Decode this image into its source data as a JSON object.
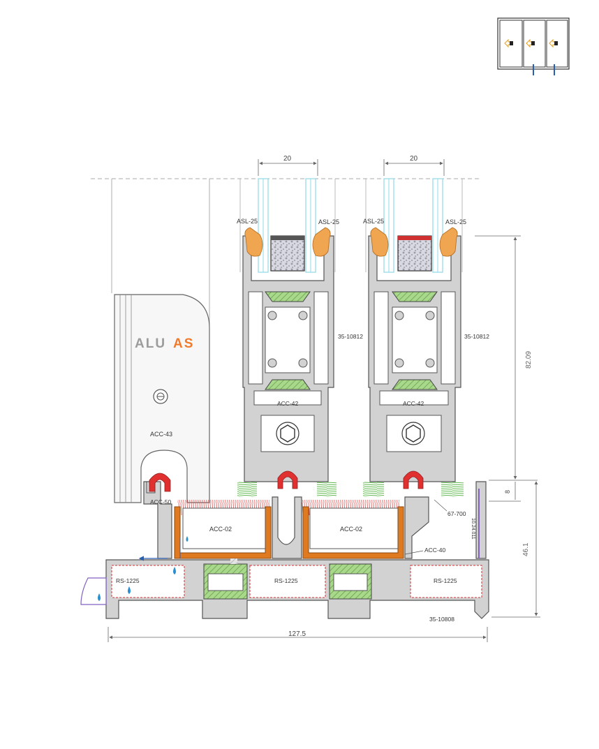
{
  "colors": {
    "aluminium": "#d2d2d2",
    "aluminium_dark": "#9a9a9a",
    "outline": "#555555",
    "thermal_break": "#a8d88a",
    "gasket_orange": "#f0a650",
    "gasket_red": "#e03030",
    "brush_red": "#e05050",
    "brush_green": "#7ccf5c",
    "insulation_red": "#d03030",
    "glass": "#8fd8e8",
    "water": "#2a8fd0",
    "logo_grey": "#9c9c9c",
    "logo_orange": "#f07a2a",
    "dimension": "#666666",
    "purple_seal": "#8060c0"
  },
  "logo": {
    "part1": "ALU",
    "part2": "AS"
  },
  "icon_panel": {
    "name": "three-panel-sliding-icon"
  },
  "dimensions": {
    "glass_width_left": "20",
    "glass_width_right": "20",
    "sash_height": "82.09",
    "gap": "8",
    "frame_height": "46.1",
    "total_width": "127.5"
  },
  "labels": {
    "asl_1": "ASL-25",
    "asl_2": "ASL-25",
    "asl_3": "ASL-25",
    "asl_4": "ASL-25",
    "sash_profile_left": "35-10812",
    "sash_profile_right": "35-10812",
    "acc42_left": "ACC-42",
    "acc42_right": "ACC-42",
    "acc43": "ACC-43",
    "acc50": "ACC-50",
    "acc02_left": "ACC-02",
    "acc02_right": "ACC-02",
    "acc40": "ACC-40",
    "brush": "67-700",
    "end_cap": "10.24.011",
    "rs_1": "RS-1225",
    "rs_2": "RS-1225",
    "rs_3": "RS-1225",
    "frame_profile": "35-10808"
  }
}
